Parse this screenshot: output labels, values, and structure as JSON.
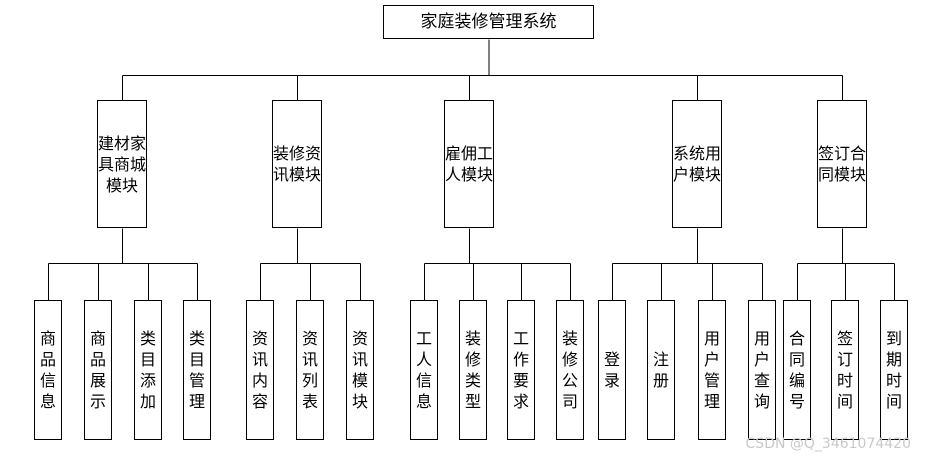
{
  "root": {
    "label": "家庭装修管理系统"
  },
  "modules": [
    {
      "label": "建材家具商城模块",
      "children": [
        "商品信息",
        "商品展示",
        "类目添加",
        "类目管理"
      ]
    },
    {
      "label": "装修资讯模块",
      "children": [
        "资讯内容",
        "资讯列表",
        "资讯模块"
      ]
    },
    {
      "label": "雇佣工人模块",
      "children": [
        "工人信息",
        "装修类型",
        "工作要求",
        "装修公司"
      ]
    },
    {
      "label": "系统用户模块",
      "children": [
        "登录",
        "注册",
        "用户管理",
        "用户查询"
      ]
    },
    {
      "label": "签订合同模块",
      "children": [
        "合同编号",
        "签订时间",
        "到期时间"
      ]
    }
  ],
  "watermark": "CSDN @Q_3461074420"
}
